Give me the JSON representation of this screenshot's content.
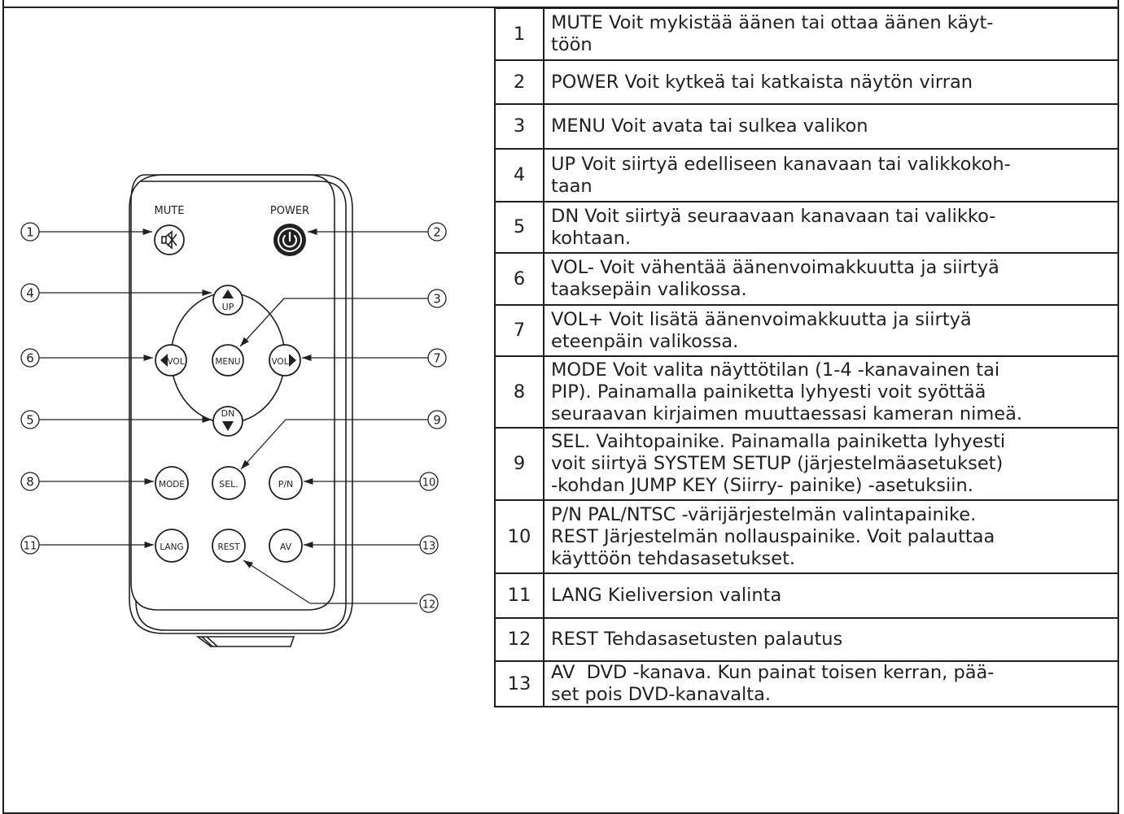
{
  "remote": {
    "buttons": [
      {
        "id": "mute",
        "label": "",
        "caption": "MUTE",
        "icon": "speaker-mute-icon"
      },
      {
        "id": "power",
        "label": "",
        "caption": "POWER",
        "icon": "power-icon"
      },
      {
        "id": "up",
        "label": "UP",
        "icon": "triangle-up-icon"
      },
      {
        "id": "vol-minus",
        "label": "VOL",
        "icon": "triangle-left-icon"
      },
      {
        "id": "menu",
        "label": "MENU"
      },
      {
        "id": "vol-plus",
        "label": "VOL",
        "icon": "triangle-right-icon"
      },
      {
        "id": "dn",
        "label": "DN",
        "icon": "triangle-down-icon"
      },
      {
        "id": "mode",
        "label": "MODE"
      },
      {
        "id": "sel",
        "label": "SEL."
      },
      {
        "id": "pn",
        "label": "P/N"
      },
      {
        "id": "lang",
        "label": "LANG"
      },
      {
        "id": "rest",
        "label": "REST"
      },
      {
        "id": "av",
        "label": "AV"
      }
    ],
    "callouts": [
      "1",
      "2",
      "3",
      "4",
      "5",
      "6",
      "7",
      "8",
      "9",
      "10",
      "11",
      "12",
      "13"
    ]
  },
  "table": {
    "rows": [
      {
        "num": "1",
        "lines": [
          "MUTE Voit mykistää äänen tai ottaa äänen käyt-",
          "töön"
        ]
      },
      {
        "num": "2",
        "lines": [
          "POWER Voit kytkeä tai katkaista näytön virran"
        ]
      },
      {
        "num": "3",
        "lines": [
          "MENU Voit avata tai sulkea valikon"
        ]
      },
      {
        "num": "4",
        "lines": [
          "UP Voit siirtyä edelliseen kanavaan tai valikkokoh-",
          "taan"
        ]
      },
      {
        "num": "5",
        "lines": [
          "DN Voit siirtyä seuraavaan kanavaan tai valikko-",
          "kohtaan."
        ]
      },
      {
        "num": "6",
        "lines": [
          "VOL- Voit vähentää äänenvoimakkuutta ja siirtyä",
          "taaksepäin valikossa."
        ]
      },
      {
        "num": "7",
        "lines": [
          "VOL+ Voit lisätä äänenvoimakkuutta ja siirtyä",
          "eteenpäin valikossa."
        ]
      },
      {
        "num": "8",
        "lines": [
          "MODE Voit valita näyttötilan (1-4 -kanavainen tai",
          "PIP). Painamalla painiketta lyhyesti voit syöttää",
          "seuraavan kirjaimen muuttaessasi kameran nimeä."
        ]
      },
      {
        "num": "9",
        "lines": [
          "SEL. Vaihtopainike. Painamalla painiketta lyhyesti",
          "voit siirtyä SYSTEM SETUP (järjestelmäasetukset)",
          "-kohdan JUMP KEY (Siirry- painike) -asetuksiin."
        ]
      },
      {
        "num": "10",
        "lines": [
          "P/N PAL/NTSC -värijärjestelmän valintapainike.",
          "REST Järjestelmän nollauspainike. Voit palauttaa",
          "käyttöön tehdasasetukset."
        ]
      },
      {
        "num": "11",
        "lines": [
          "LANG Kieliversion valinta"
        ]
      },
      {
        "num": "12",
        "lines": [
          "REST Tehdasasetusten palautus"
        ]
      },
      {
        "num": "13",
        "lines": [
          "AV  DVD -kanava. Kun painat toisen kerran, pää-",
          "set pois DVD-kanavalta."
        ]
      }
    ]
  }
}
